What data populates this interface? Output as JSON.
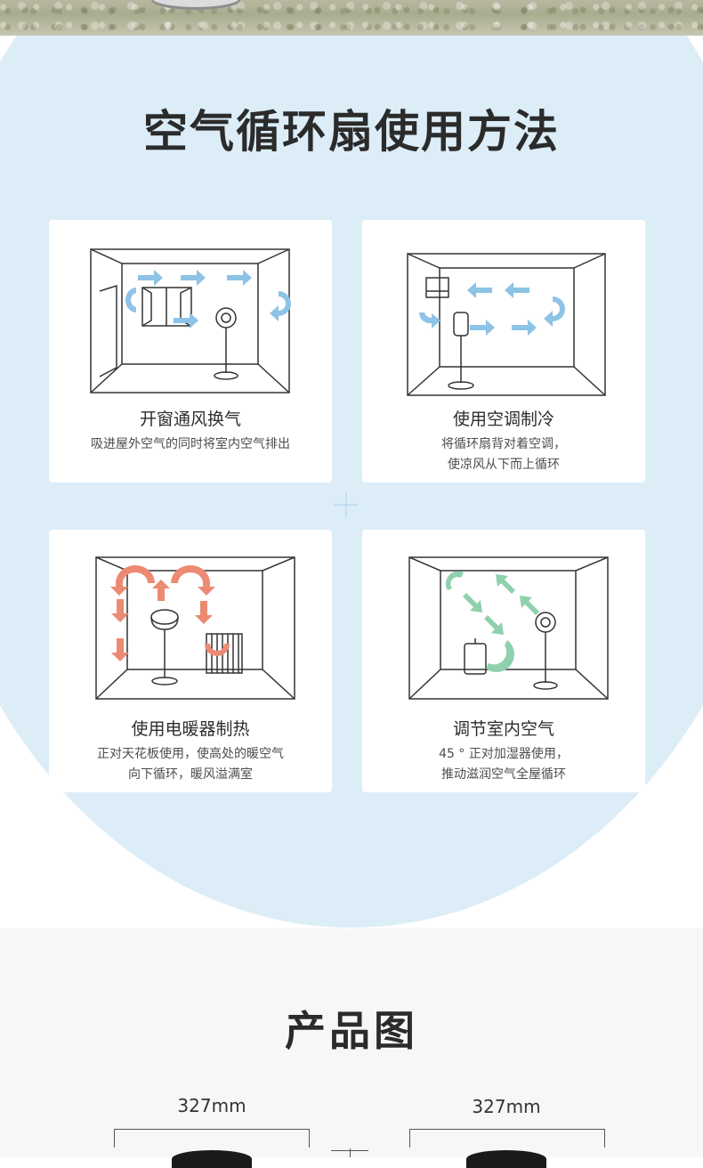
{
  "usage": {
    "title": "空气循环扇使用方法",
    "cards": [
      {
        "title": "开窗通风换气",
        "desc": [
          "吸进屋外空气的同时将室内空气排出"
        ],
        "arrow_color": "#8dc3e6"
      },
      {
        "title": "使用空调制冷",
        "desc": [
          "将循环扇背对着空调，",
          "使凉风从下而上循环"
        ],
        "arrow_color": "#8dc3e6"
      },
      {
        "title": "使用电暖器制热",
        "desc": [
          "正对天花板使用，使高处的暖空气",
          "向下循环，暖风溢满室"
        ],
        "arrow_color": "#ec8a73"
      },
      {
        "title": "调节室内空气",
        "desc": [
          "45 ° 正对加湿器使用，",
          "推动滋润空气全屋循环"
        ],
        "arrow_color": "#8fd1ad"
      }
    ]
  },
  "product": {
    "title": "产品图",
    "dims": [
      "327mm",
      "327mm"
    ]
  },
  "colors": {
    "background_blue": "#dcedf8",
    "cool_arrow": "#8dc3e6",
    "warm_arrow": "#ec8a73",
    "green_arrow": "#8fd1ad"
  }
}
